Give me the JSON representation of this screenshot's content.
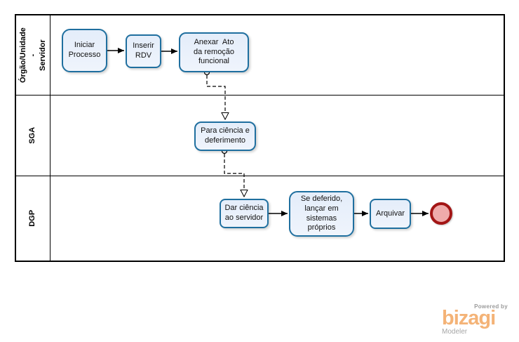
{
  "diagram": {
    "lanes": [
      {
        "label": "Órgão/Unidade -\nServidor"
      },
      {
        "label": "SGA"
      },
      {
        "label": "DGP"
      }
    ],
    "tasks": [
      {
        "label": "Iniciar\nProcesso"
      },
      {
        "label": "Inserir\nRDV"
      },
      {
        "label": "Anexar  Ato\nda remoção\nfuncional"
      },
      {
        "label": "Para ciência e\ndeferimento"
      },
      {
        "label": "Dar ciência\nao servidor"
      },
      {
        "label": "Se deferido,\nlançar em\nsistemas\npróprios"
      },
      {
        "label": "Arquivar"
      }
    ],
    "end_event": {
      "type": "end"
    }
  },
  "colors": {
    "task_border": "#1f6f9f",
    "task_fill": "#e4edfa",
    "end_event_border": "#a31515",
    "end_event_fill": "#efabab",
    "flow_line": "#000000",
    "logo_orange": "#f4b377",
    "logo_gray": "#9b9b9b"
  },
  "branding": {
    "powered_by": "Powered by",
    "logo": "bizagi",
    "product": "Modeler"
  }
}
